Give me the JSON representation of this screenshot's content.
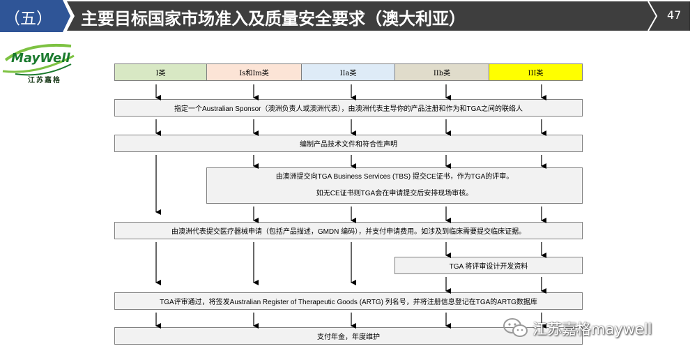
{
  "header": {
    "section_label": "（五）",
    "title": "主要目标国家市场准入及质量安全要求（澳大利亚）",
    "page_number": "47",
    "bar_color": "#3e3e3e",
    "tab_color": "#2f5597"
  },
  "logo": {
    "brand_text": "MayWell",
    "subtitle": "江苏嘉格",
    "brand_color": "#1a7a2e",
    "swoosh_color": "#7dc242"
  },
  "categories": [
    {
      "label": "I类",
      "color": "#d8e8c4"
    },
    {
      "label": "Is和Im类",
      "color": "#fce4d6"
    },
    {
      "label": "IIa类",
      "color": "#deebf7"
    },
    {
      "label": "IIb类",
      "color": "#e0dccb"
    },
    {
      "label": "III类",
      "color": "#ffff00"
    }
  ],
  "steps": {
    "sponsor": "指定一个Australian Sponsor（澳洲负责人或澳洲代表），由澳洲代表主导你的产品注册和作为和TGA之间的联络人",
    "tech_docs": "编制产品技术文件和符合性声明",
    "tbs_line1": "由澳洲提交向TGA Business Services (TBS) 提交CE证书，作为TGA的评审。",
    "tbs_line2": "如无CE证书则TGA会在申请提交后安排现场审核。",
    "submit": "由澳洲代表提交医疗器械申请（包括产品描述，GMDN 编码），并支付申请费用。如涉及到临床需要提交临床证据。",
    "design_dossier": "TGA 将评审设计开发资料",
    "artg": "TGA评审通过，将签发Australian Register of Therapeutic Goods (ARTG) 列名号，并将注册信息登记在TGA的ARTG数据库",
    "annual_fee": "支付年金，年度维护"
  },
  "watermark": {
    "text": "江苏嘉格maywell"
  }
}
